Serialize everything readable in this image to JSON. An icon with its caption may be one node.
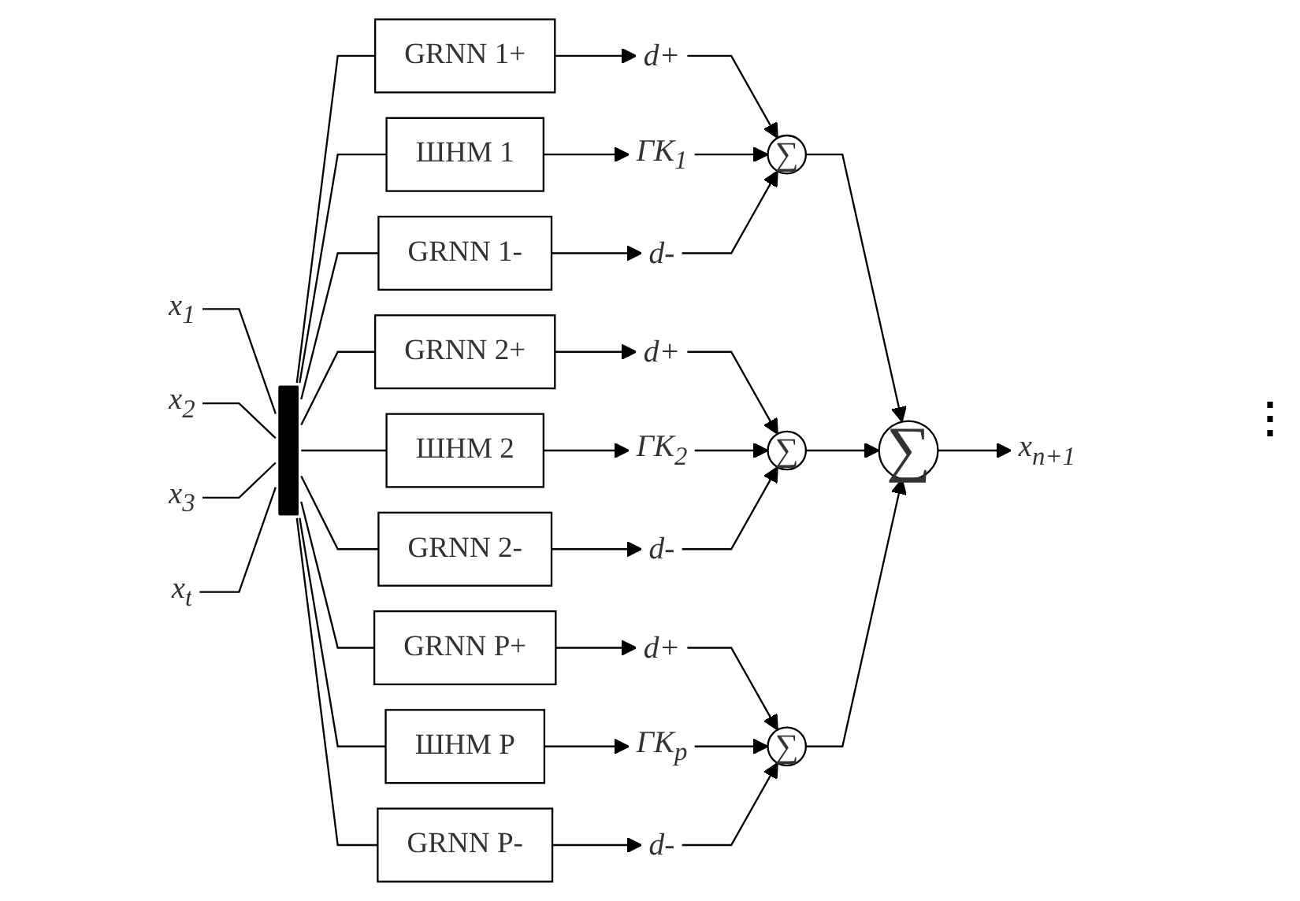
{
  "diagram": {
    "nodes": [
      {
        "text": [
          "x$_{1}$"
        ]
      },
      {
        "text": [
          "x$_{2}$"
        ]
      },
      {
        "text": [
          "x$_{3}$"
        ]
      },
      {
        "text": [
          "x$_{t}$"
        ]
      },
      {
        "text": [],
        "shape": "bar"
      },
      {
        "text": [
          "GRNN 1+"
        ]
      },
      {
        "text": [
          "d+"
        ]
      },
      {
        "text": [
          "ШНМ 1"
        ]
      },
      {
        "text": [
          "ГК$_{1}$"
        ]
      },
      {
        "text": [
          "GRNN 1-"
        ]
      },
      {
        "text": [
          "d-"
        ]
      },
      {
        "text": [
          "∑"
        ]
      },
      {
        "text": [
          "GRNN 2+"
        ]
      },
      {
        "text": [
          "d+"
        ]
      },
      {
        "text": [
          "ШНМ 2"
        ]
      },
      {
        "text": [
          "ГК$_{2}$"
        ]
      },
      {
        "text": [
          "GRNN 2-"
        ]
      },
      {
        "text": [
          "d-"
        ]
      },
      {
        "text": [
          "∑"
        ]
      },
      {
        "text": [
          "GRNN P+"
        ]
      },
      {
        "text": [
          "d+"
        ]
      },
      {
        "text": [
          "ШНМ P"
        ]
      },
      {
        "text": [
          "ГК$_{p}$"
        ]
      },
      {
        "text": [
          "GRNN P-"
        ]
      },
      {
        "text": [
          "d-"
        ]
      },
      {
        "text": [
          "∑"
        ]
      },
      {
        "text": [
          "∑"
        ]
      },
      {
        "text": [
          "x$_{n+1}$"
        ]
      }
    ],
    "edges": [
      {
        "from": 0,
        "to": 4,
        "arrow": "none"
      },
      {
        "from": 1,
        "to": 4,
        "arrow": "none"
      },
      {
        "from": 2,
        "to": 4,
        "arrow": "none"
      },
      {
        "from": 3,
        "to": 4,
        "arrow": "none"
      },
      {
        "from": 4,
        "to": 5,
        "arrow": "none"
      },
      {
        "from": 4,
        "to": 7,
        "arrow": "none"
      },
      {
        "from": 4,
        "to": 9,
        "arrow": "none"
      },
      {
        "from": 4,
        "to": 12,
        "arrow": "none"
      },
      {
        "from": 4,
        "to": 14,
        "arrow": "none"
      },
      {
        "from": 4,
        "to": 16,
        "arrow": "none"
      },
      {
        "from": 4,
        "to": 19,
        "arrow": "none"
      },
      {
        "from": 4,
        "to": 21,
        "arrow": "none"
      },
      {
        "from": 4,
        "to": 23,
        "arrow": "none"
      },
      {
        "from": 5,
        "to": 6,
        "arrow": "to"
      },
      {
        "from": 7,
        "to": 8,
        "arrow": "to"
      },
      {
        "from": 9,
        "to": 10,
        "arrow": "to"
      },
      {
        "from": 6,
        "to": 11,
        "arrow": "to"
      },
      {
        "from": 8,
        "to": 11,
        "arrow": "to"
      },
      {
        "from": 10,
        "to": 11,
        "arrow": "to"
      },
      {
        "from": 12,
        "to": 13,
        "arrow": "to"
      },
      {
        "from": 14,
        "to": 15,
        "arrow": "to"
      },
      {
        "from": 16,
        "to": 17,
        "arrow": "to"
      },
      {
        "from": 13,
        "to": 18,
        "arrow": "to"
      },
      {
        "from": 15,
        "to": 18,
        "arrow": "to"
      },
      {
        "from": 17,
        "to": 18,
        "arrow": "to"
      },
      {
        "from": 19,
        "to": 20,
        "arrow": "to"
      },
      {
        "from": 21,
        "to": 22,
        "arrow": "to"
      },
      {
        "from": 23,
        "to": 24,
        "arrow": "to"
      },
      {
        "from": 20,
        "to": 25,
        "arrow": "to"
      },
      {
        "from": 22,
        "to": 25,
        "arrow": "to"
      },
      {
        "from": 24,
        "to": 25,
        "arrow": "to"
      },
      {
        "from": 11,
        "to": 26,
        "arrow": "to"
      },
      {
        "from": 18,
        "to": 26,
        "arrow": "to"
      },
      {
        "from": 25,
        "to": 26,
        "arrow": "to"
      },
      {
        "from": 26,
        "to": 27,
        "arrow": "to"
      }
    ],
    "labels": [
      "⋮"
    ]
  }
}
